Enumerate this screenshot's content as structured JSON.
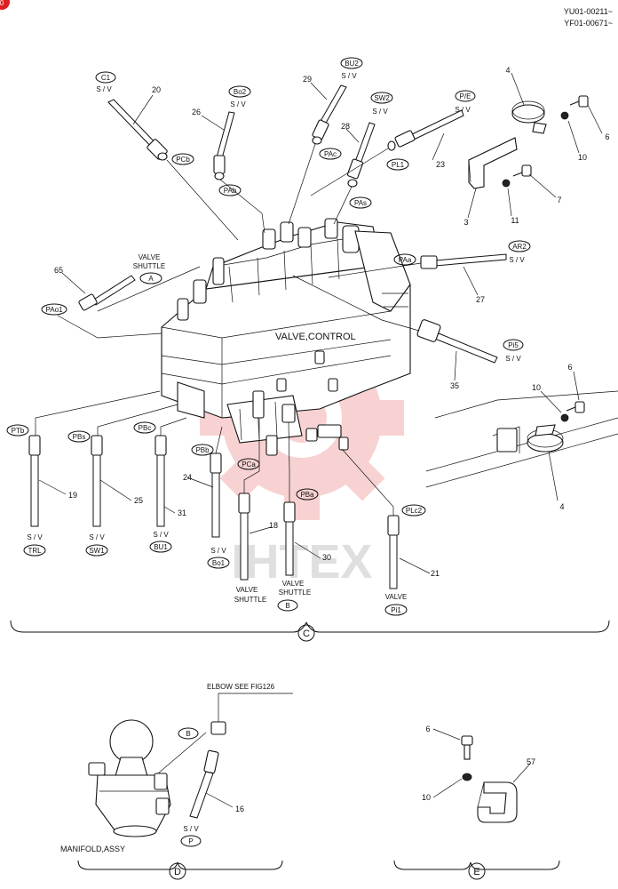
{
  "header": {
    "serial_1": "YU01-00211~",
    "serial_2": "YF01-00671~",
    "corner_marker": "0"
  },
  "watermark": {
    "text": "IHTEX",
    "color": "#f08080"
  },
  "views": {
    "C": "C",
    "D": "D",
    "E": "E"
  },
  "labels": {
    "valve_control": "VALVE,CONTROL",
    "valve_shuttle_a_line1": "VALVE",
    "valve_shuttle_a_line2": "SHUTTLE",
    "valve_shuttle_a_tag": "A",
    "valve_shuttle_b_line1": "VALVE",
    "valve_shuttle_b_line2": "SHUTTLE",
    "valve_shuttle_b_tag": "B",
    "valve_pi1_line1": "VALVE",
    "elbow_note": "ELBOW SEE FIG126",
    "manifold": "MANIFOLD,ASSY",
    "d_tag_b": "B"
  },
  "tags": {
    "c1": "C1",
    "bo2": "Bo2",
    "bu2": "BU2",
    "sw2": "SW2",
    "pe": "P/E",
    "ar2": "AR2",
    "pi5": "Pi5",
    "pcb": "PCb",
    "pab": "PAb",
    "pac": "PAc",
    "pas": "PAs",
    "pl1": "PL1",
    "paa": "PAa",
    "pa01": "PAo1",
    "ptb": "PTb",
    "pbs": "PBs",
    "pbc": "PBc",
    "pbb": "PBb",
    "pca": "PCa",
    "pba": "PBa",
    "plc2": "PLc2",
    "trl": "TRL",
    "sw1": "SW1",
    "bu1": "BU1",
    "bo1": "Bo1",
    "pi1": "Pi1",
    "p": "P"
  },
  "sv": "S / V",
  "parts": {
    "p20": "20",
    "p26": "26",
    "p29": "29",
    "p28": "28",
    "p23": "23",
    "p4a": "4",
    "p6a": "6",
    "p10a": "10",
    "p7": "7",
    "p11": "11",
    "p3": "3",
    "p65": "65",
    "p27": "27",
    "p35": "35",
    "p6b": "6",
    "p10b": "10",
    "p4b": "4",
    "p19": "19",
    "p25": "25",
    "p31": "31",
    "p24": "24",
    "p18": "18",
    "p30": "30",
    "p21": "21",
    "p16": "16",
    "p6c": "6",
    "p10c": "10",
    "p57": "57"
  }
}
